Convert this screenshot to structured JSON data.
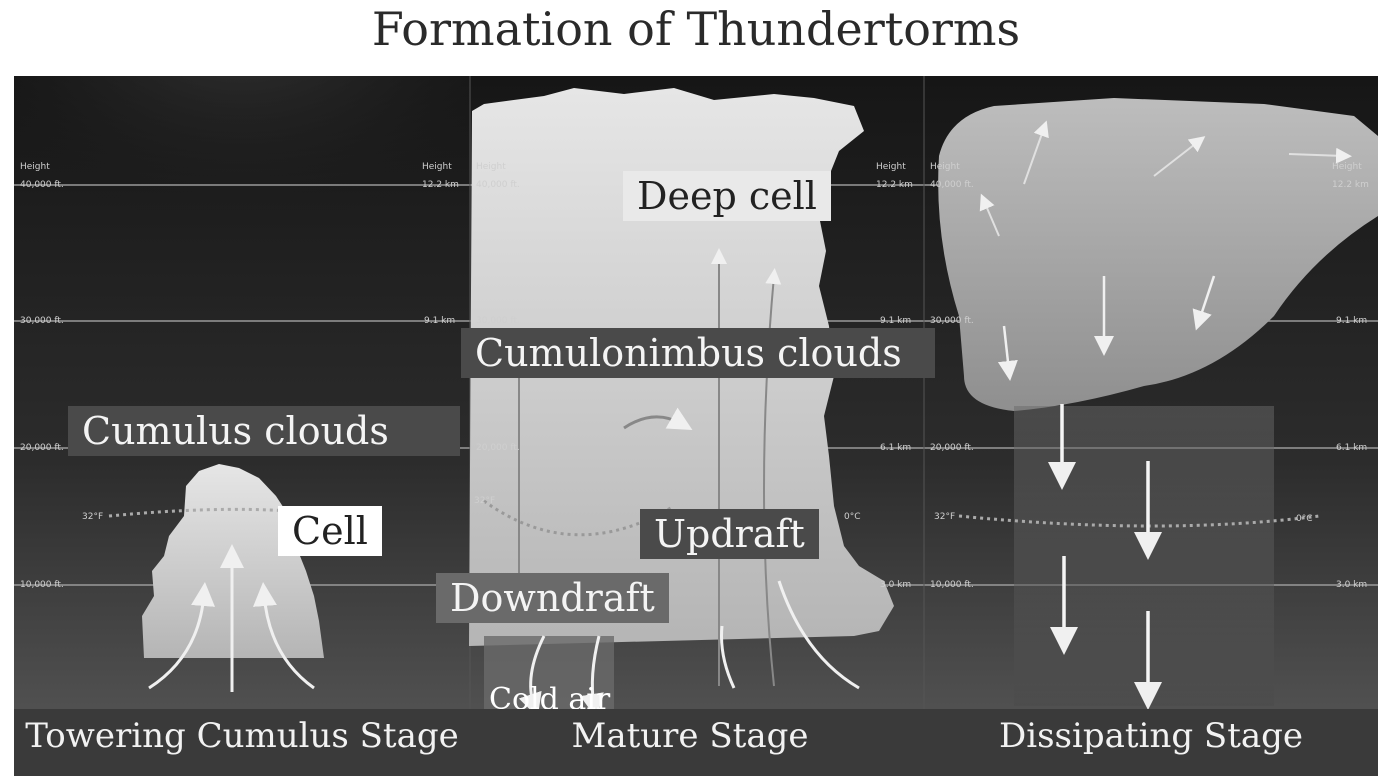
{
  "title": "Formation of Thundertorms",
  "labels": {
    "deep_cell": "Deep cell",
    "cumulonimbus": "Cumulonimbus clouds",
    "cumulus": "Cumulus clouds",
    "cell": "Cell",
    "updraft": "Updraft",
    "downdraft": "Downdraft",
    "cold_air": "Cold air"
  },
  "stages": [
    "Towering Cumulus Stage",
    "Mature Stage",
    "Dissipating Stage"
  ],
  "altitudes": [
    {
      "ft": "40,000 ft.",
      "km": "12.2 km"
    },
    {
      "ft": "30,000 ft.",
      "km": "9.1 km"
    },
    {
      "ft": "20,000 ft.",
      "km": "6.1 km"
    },
    {
      "ft": "10,000 ft.",
      "km": "3.0 km"
    }
  ],
  "height_label": "Height",
  "freezing": {
    "f": "32°F",
    "c": "0°C"
  },
  "colors": {
    "background": "#1e1e1e",
    "cloud": "#d8d8d8",
    "arrow": "#f0f0f0"
  }
}
